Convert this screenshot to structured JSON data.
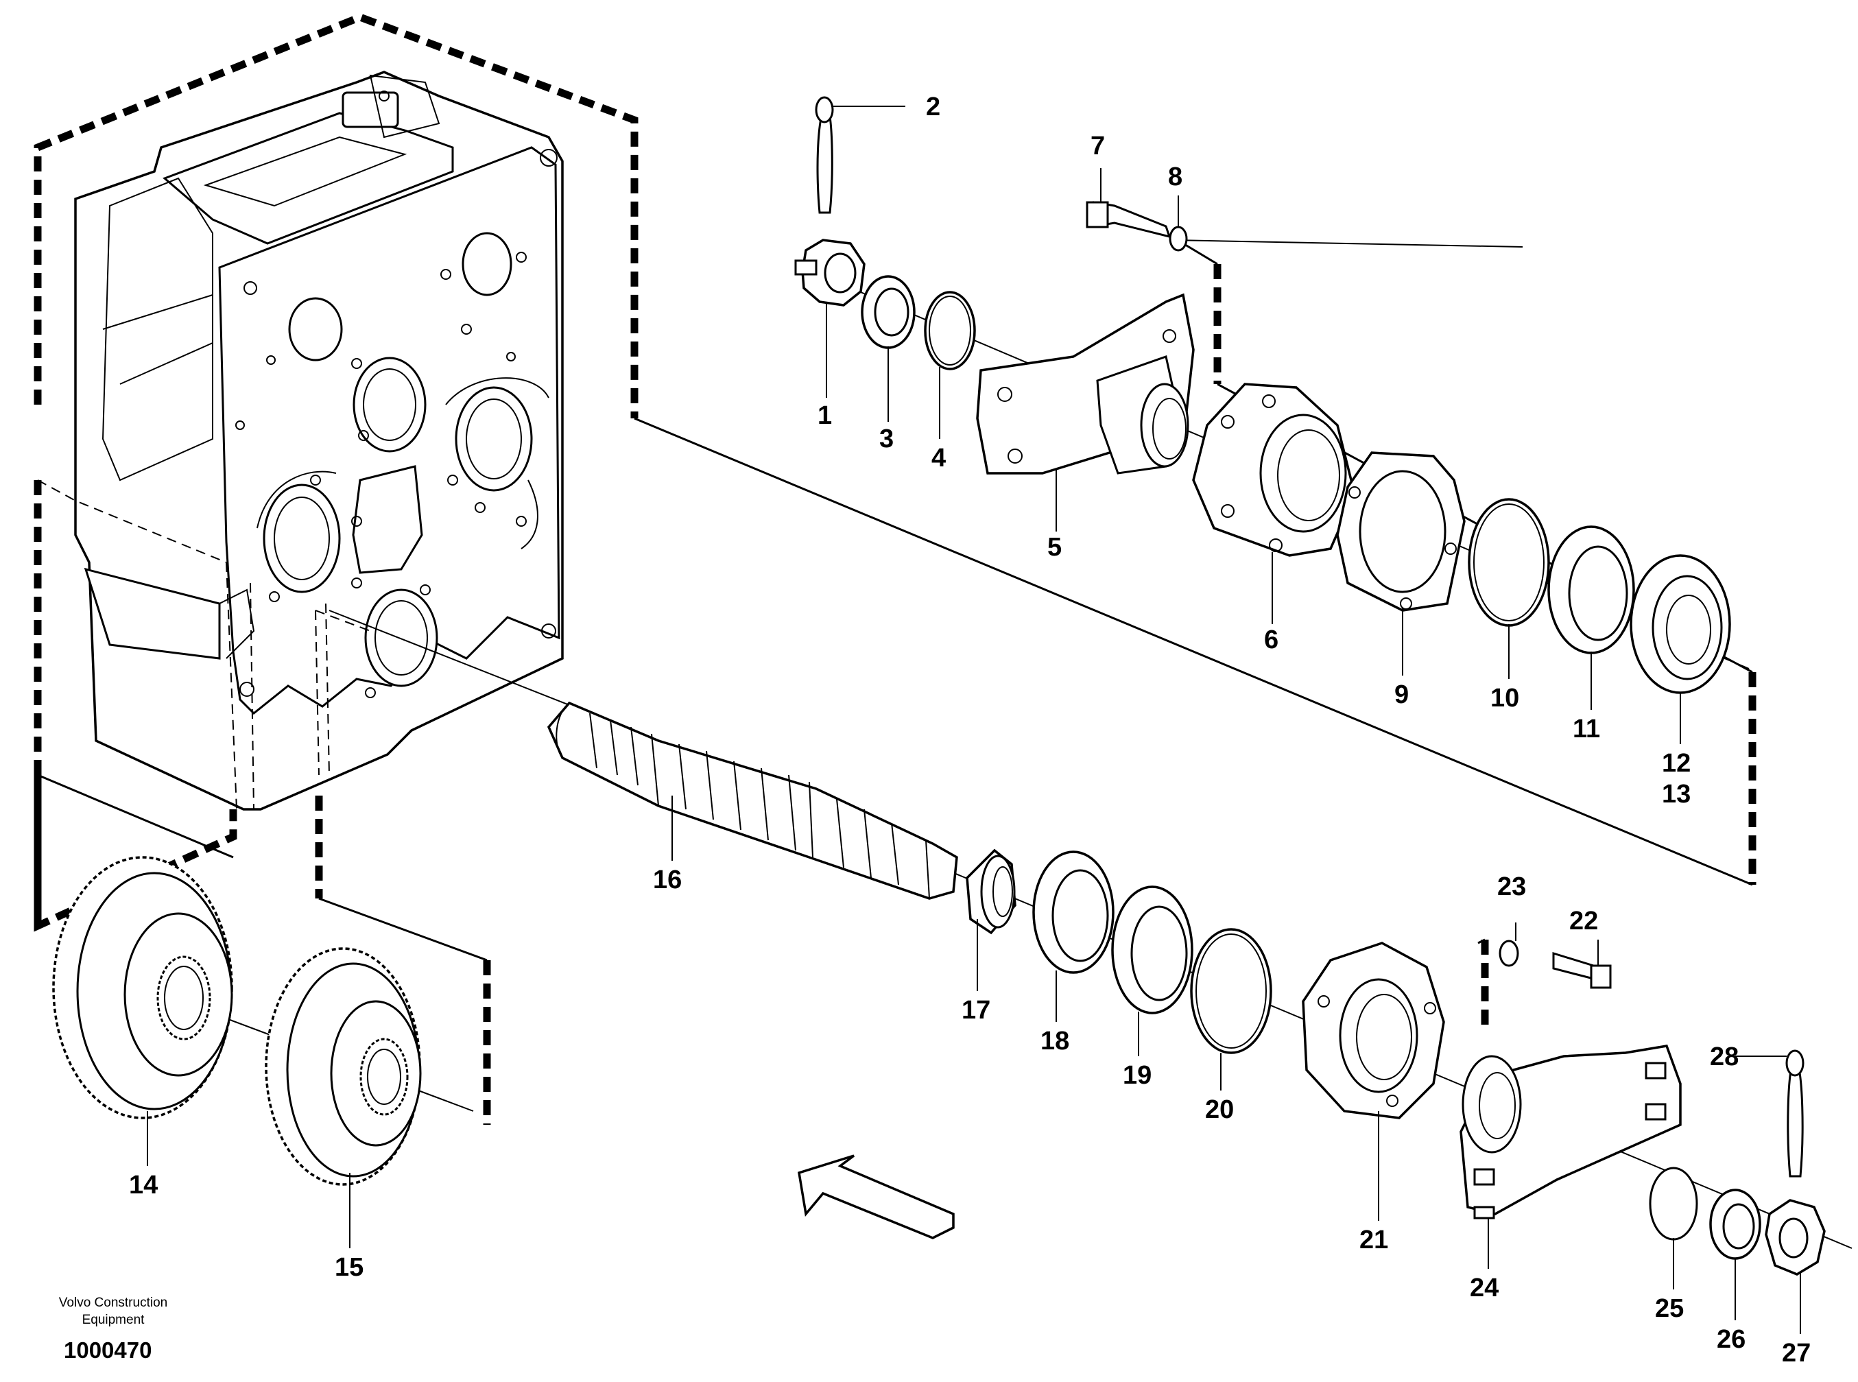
{
  "credit": {
    "line1": "Volvo Construction",
    "line2": "Equipment"
  },
  "drawing_number": "1000470",
  "parts": [
    {
      "id": "part-1",
      "label": "1"
    },
    {
      "id": "part-2",
      "label": "2"
    },
    {
      "id": "part-3",
      "label": "3"
    },
    {
      "id": "part-4",
      "label": "4"
    },
    {
      "id": "part-5",
      "label": "5"
    },
    {
      "id": "part-6",
      "label": "6"
    },
    {
      "id": "part-7",
      "label": "7"
    },
    {
      "id": "part-8",
      "label": "8"
    },
    {
      "id": "part-9",
      "label": "9"
    },
    {
      "id": "part-10",
      "label": "10"
    },
    {
      "id": "part-11",
      "label": "11"
    },
    {
      "id": "part-12",
      "label": "12"
    },
    {
      "id": "part-13",
      "label": "13"
    },
    {
      "id": "part-14",
      "label": "14"
    },
    {
      "id": "part-15",
      "label": "15"
    },
    {
      "id": "part-16",
      "label": "16"
    },
    {
      "id": "part-17",
      "label": "17"
    },
    {
      "id": "part-18",
      "label": "18"
    },
    {
      "id": "part-19",
      "label": "19"
    },
    {
      "id": "part-20",
      "label": "20"
    },
    {
      "id": "part-21",
      "label": "21"
    },
    {
      "id": "part-22",
      "label": "22"
    },
    {
      "id": "part-23",
      "label": "23"
    },
    {
      "id": "part-24",
      "label": "24"
    },
    {
      "id": "part-25",
      "label": "25"
    },
    {
      "id": "part-26",
      "label": "26"
    },
    {
      "id": "part-27",
      "label": "27"
    },
    {
      "id": "part-28",
      "label": "28"
    }
  ],
  "arrow_icon": "direction-arrow-icon"
}
